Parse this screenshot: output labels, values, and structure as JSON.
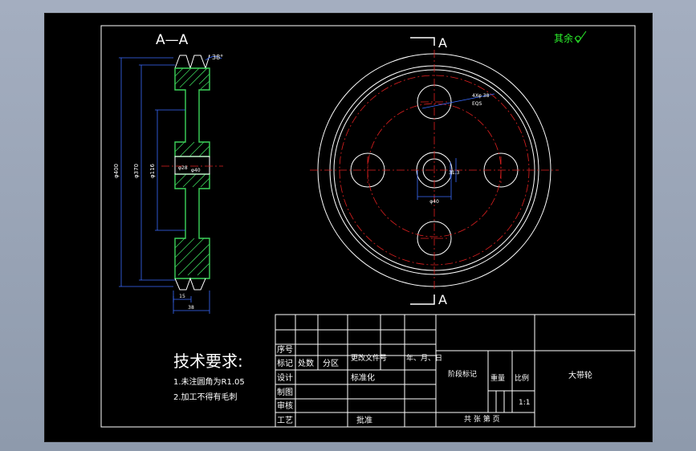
{
  "drawing": {
    "section_label": "A—A",
    "cut_label_top": "A",
    "cut_label_bottom": "A",
    "roughness_note": "其余",
    "dim_angle": "38°",
    "dim_outer_dia": "φ400",
    "dim_mid_dia": "φ370",
    "dim_inner_dia": "φ116",
    "dim_hub_a": "φ28",
    "dim_hub_b": "φ40",
    "dim_width_1": "15",
    "dim_width_2": "38",
    "dim_hole_a": "4Xφ 38",
    "dim_hole_b": "EQS",
    "dim_key": "31.3",
    "dim_bore": "φ40"
  },
  "requirements": {
    "title": "技术要求:",
    "items": [
      "1.未注圆角为R1.05",
      "2.加工不得有毛刺"
    ]
  },
  "title_block": {
    "row_seq": "序号",
    "row_mark": "标记",
    "col_count": "处数",
    "col_zone": "分区",
    "col_doc": "更改文件号",
    "col_date": "年、月、日",
    "row_design": "设计",
    "std": "标准化",
    "row_draw": "制图",
    "row_review": "审核",
    "row_process": "工艺",
    "approve": "批准",
    "stage": "阶段标记",
    "weight": "重量",
    "scale_label": "比例",
    "scale_value": "1:1",
    "sheets": "共  张  第  页",
    "part_name": "大带轮"
  }
}
